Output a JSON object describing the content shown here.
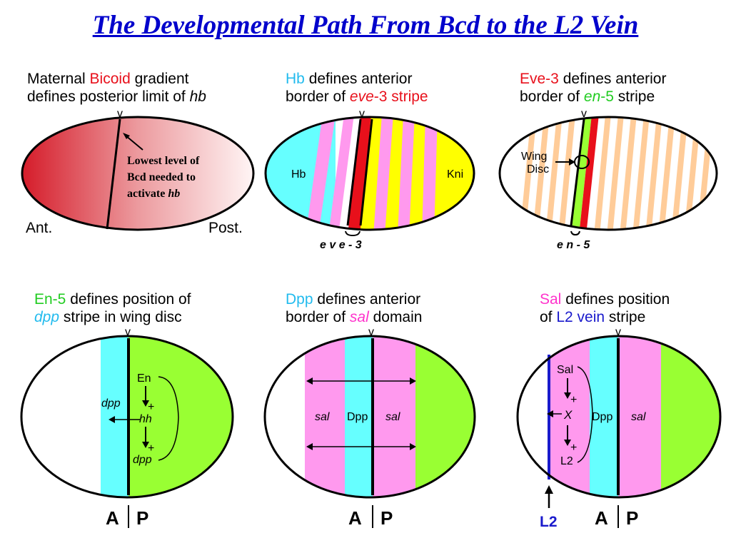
{
  "title": "The Developmental Path From Bcd to the L2 Vein",
  "colors": {
    "title": "#0000cc",
    "red": "#e8101b",
    "magenta": "#ff99ee",
    "cyan": "#66ffff",
    "green": "#99ff33",
    "yellow": "#ffff00",
    "orange_stripe": "#ffcc99",
    "l2_blue": "#1a1acc"
  },
  "panel1": {
    "line1": {
      "a": "Maternal ",
      "b": "Bicoid",
      "c": " gradient"
    },
    "line2": {
      "a": "defines posterior limit of ",
      "b": "hb"
    },
    "note1": "Lowest level of",
    "note2": "Bcd needed to",
    "note3a": "activate ",
    "note3b": "hb",
    "ant": "Ant.",
    "post": "Post."
  },
  "panel2": {
    "line1": {
      "a": "Hb",
      "b": " defines anterior"
    },
    "line2": {
      "a": "border of ",
      "b": "eve",
      "c": "-3 stripe"
    },
    "hb": "Hb",
    "kni": "Kni",
    "stripe_label": "e v e - 3"
  },
  "panel3": {
    "line1": {
      "a": "Eve-3",
      "b": " defines anterior"
    },
    "line2": {
      "a": "border of ",
      "b": "en",
      "c": "-5",
      "d": " stripe"
    },
    "wing": "Wing",
    "disc": "Disc",
    "stripe_label": "e n - 5"
  },
  "panel4": {
    "line1": {
      "a": "En-5",
      "b": " defines position of"
    },
    "line2": {
      "a": "dpp",
      "b": " stripe in wing disc"
    },
    "en": "En",
    "plus": "+",
    "hh": "hh",
    "dpp": "dpp",
    "dpp_left": "dpp",
    "a": "A",
    "p": "P"
  },
  "panel5": {
    "line1": {
      "a": "Dpp",
      "b": " defines anterior"
    },
    "line2": {
      "a": "border of ",
      "b": "sal",
      "c": " domain"
    },
    "sal_left": "sal",
    "dpp": "Dpp",
    "sal_right": "sal",
    "a": "A",
    "p": "P"
  },
  "panel6": {
    "line1": {
      "a": "Sal",
      "b": " defines position"
    },
    "line2": {
      "a": "of ",
      "b": "L2 vein",
      "c": " stripe"
    },
    "sal": "Sal",
    "plus": "+",
    "x": "X",
    "l2_inner": "L2",
    "dpp": "Dpp",
    "sal_right": "sal",
    "l2": "L2",
    "a": "A",
    "p": "P"
  }
}
